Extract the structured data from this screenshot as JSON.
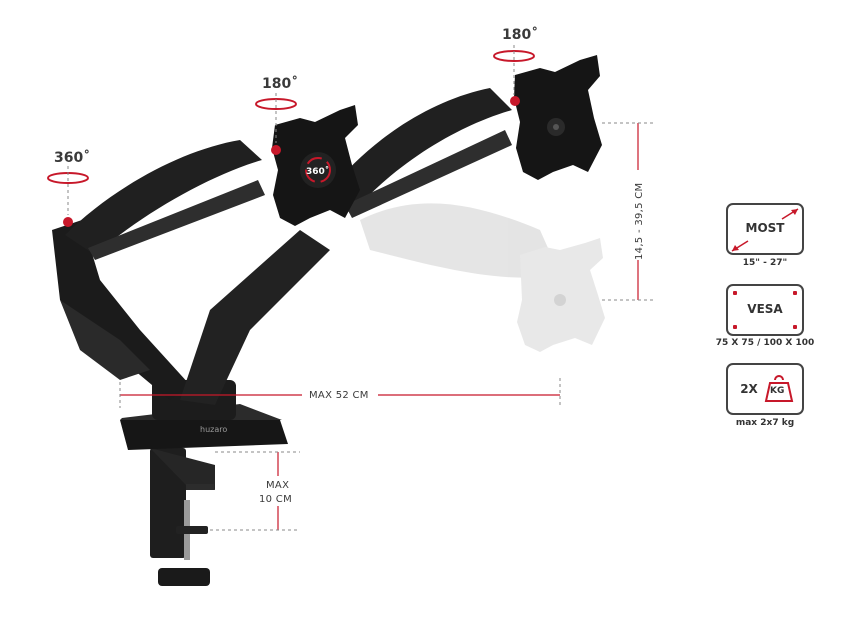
{
  "rotations": {
    "left_arm": "360˚",
    "left_monitor": "180˚",
    "right_monitor": "180˚",
    "plate_center": "360˚"
  },
  "dimensions": {
    "reach": "MAX 52 CM",
    "height_adjust": "14,5 - 39,5 CM",
    "clamp_label_1": "MAX",
    "clamp_label_2": "10 CM"
  },
  "brand": "huzaro",
  "badges": {
    "monitor": {
      "title": "MOST",
      "caption": "15\" - 27\""
    },
    "vesa": {
      "title": "VESA",
      "caption": "75 X 75 / 100 X 100"
    },
    "weight": {
      "prefix": "2X",
      "unit": "KG",
      "caption": "max 2x7 kg"
    }
  },
  "colors": {
    "accent": "#c7182a",
    "product": "#1b1b1b",
    "ghost": "#d4d4d4",
    "dimension_line": "#c7182a"
  }
}
